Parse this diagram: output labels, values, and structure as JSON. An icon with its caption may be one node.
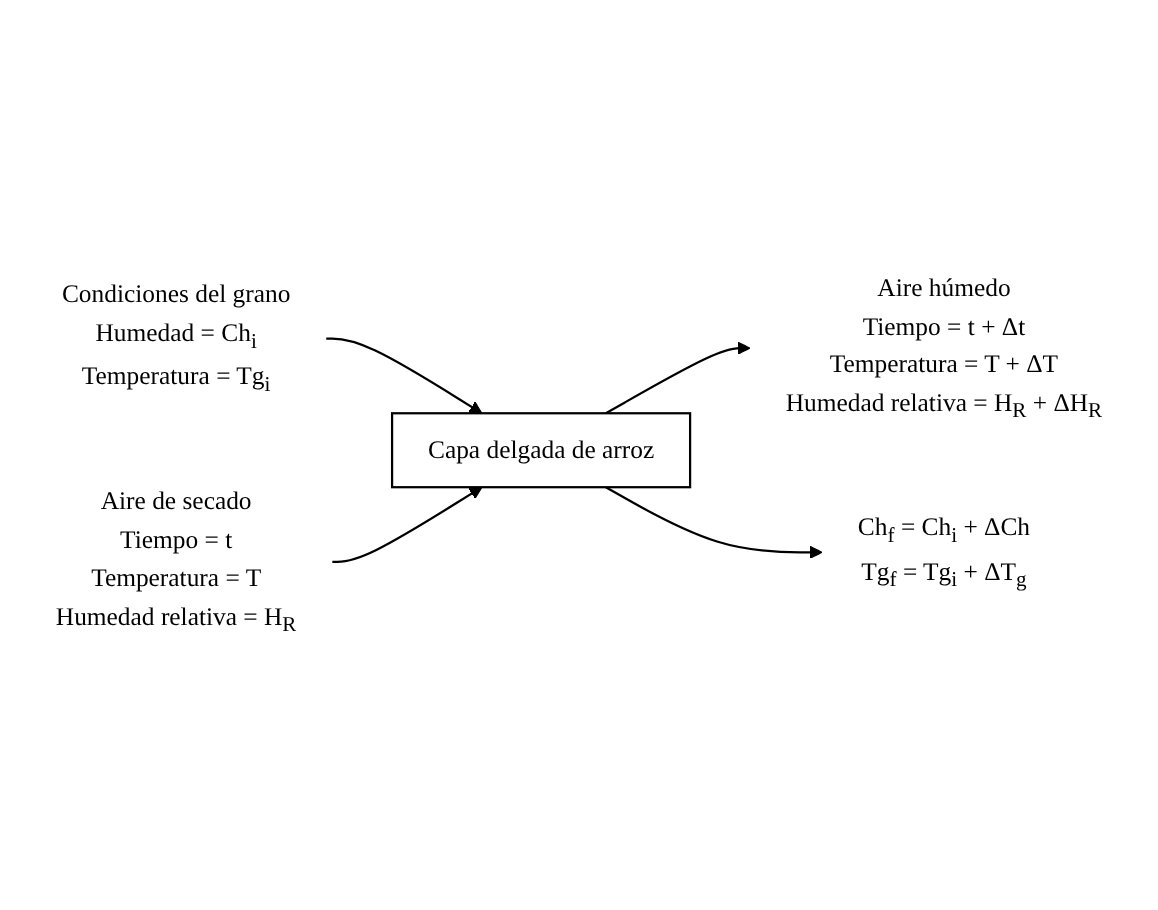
{
  "diagram": {
    "nodes": [
      {
        "text": [
          "Aire húmedo",
          "Tiempo = t + Δt",
          "Temperatura = T + ΔT",
          "Humedad relativa = H$_{R}$ + ΔH$_{R}$"
        ]
      },
      {
        "text": [
          "Condiciones del grano",
          "Humedad = Ch$_{i}$",
          "Temperatura = Tg$_{i}$"
        ]
      },
      {
        "text": [
          "Capa delgada de arroz"
        ]
      },
      {
        "text": [
          "Ch$_{f}$ = Ch$_{i}$ + ΔCh",
          "Tg$_{f}$ = Tg$_{i}$ + ΔT$_{g}$"
        ]
      },
      {
        "text": [
          "Aire de secado",
          "Tiempo = t",
          "Temperatura = T",
          "Humedad relativa = H$_{R}$"
        ]
      }
    ],
    "edges": [
      {
        "from": 2,
        "to": 0,
        "arrow": "to"
      },
      {
        "from": 1,
        "to": 2,
        "arrow": "to"
      },
      {
        "from": 2,
        "to": 3,
        "arrow": "to"
      },
      {
        "from": 4,
        "to": 2,
        "arrow": "to"
      }
    ]
  }
}
